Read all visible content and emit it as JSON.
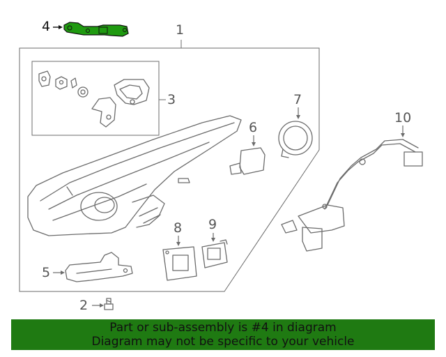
{
  "callouts": {
    "c1": "1",
    "c2": "2",
    "c3": "3",
    "c4": "4",
    "c5": "5",
    "c6": "6",
    "c7": "7",
    "c8": "8",
    "c9": "9",
    "c10": "10"
  },
  "highlighted_part": "4",
  "colors": {
    "banner": "#1f7a12",
    "highlight_part": "#1f9a10",
    "line": "#6b6b6b"
  },
  "banner": {
    "line1": "Part or sub-assembly is #4 in diagram",
    "line2": "Diagram may not be specific to your vehicle"
  }
}
